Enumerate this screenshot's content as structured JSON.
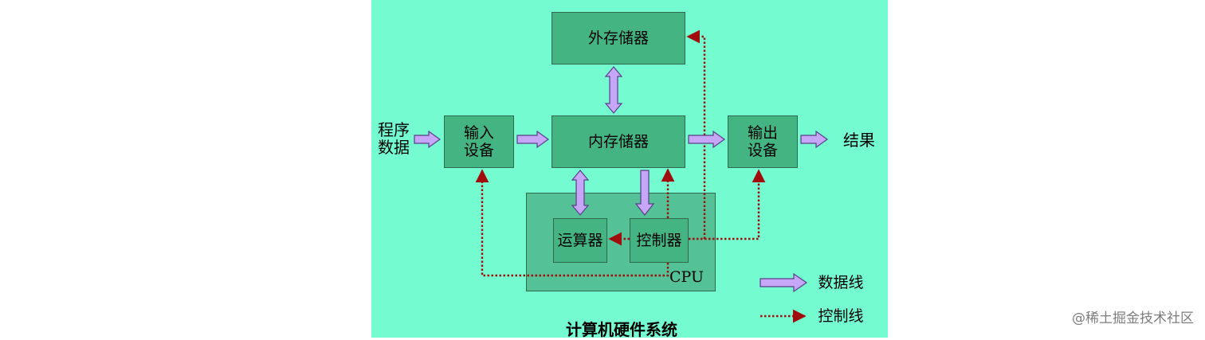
{
  "diagram": {
    "title": "计算机硬件系统",
    "nodes": {
      "external_storage": "外存储器",
      "internal_storage": "内存储器",
      "input_device_line1": "输入",
      "input_device_line2": "设备",
      "output_device_line1": "输出",
      "output_device_line2": "设备",
      "alu": "运算器",
      "controller": "控制器",
      "cpu": "CPU"
    },
    "inputs_line1": "程序",
    "inputs_line2": "数据",
    "result": "结果",
    "legend": {
      "data_line": "数据线",
      "control_line": "控制线"
    },
    "colors": {
      "background": "#75fbd0",
      "box": "#44b582",
      "cpu": "#55c196",
      "data_arrow": "#c5a6f7",
      "control_arrow": "#a10c0c"
    }
  },
  "watermark": "@稀土掘金技术社区"
}
